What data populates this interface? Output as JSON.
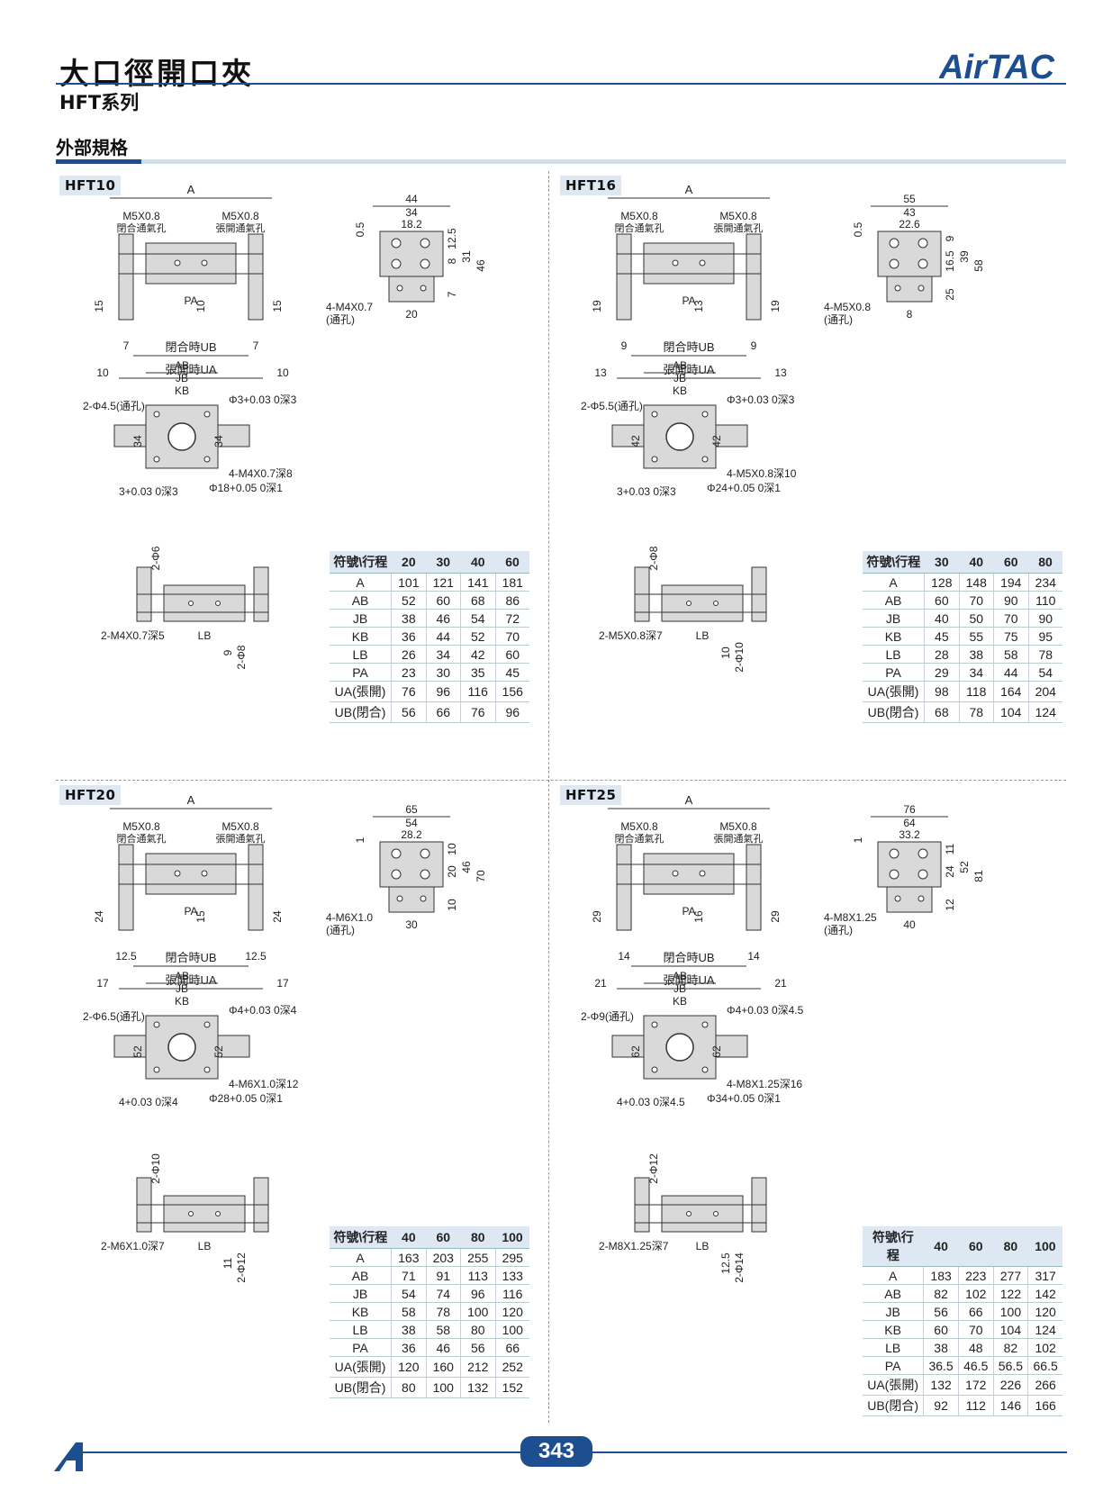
{
  "header": {
    "title": "大口徑開口夾",
    "series": "HFT系列",
    "brand": "AirTAC",
    "brand_color": "#1d4e8f"
  },
  "section": {
    "title": "外部規格"
  },
  "page_number": "343",
  "models": [
    {
      "name": "HFT10",
      "labels": {
        "top_A": "A",
        "port_close": "M5X0.8",
        "port_close_note": "閉合通氣孔",
        "port_open": "M5X0.8",
        "port_open_note": "張開通氣孔",
        "pa": "PA",
        "ub": "閉合時UB",
        "ua": "張開時UA",
        "dims_front": [
          "15",
          "10",
          "15",
          "7",
          "7",
          "10",
          "10"
        ],
        "side_dims": [
          "44",
          "34",
          "18.2",
          "0.5",
          "12.5",
          "8",
          "31",
          "46",
          "7",
          "20"
        ],
        "side_thread": "4-M4X0.7",
        "side_thread_note": "(通孔)",
        "top_AB": "AB",
        "top_JB": "JB",
        "top_KB": "KB",
        "hole_through": "2-Φ4.5(通孔)",
        "pin_hole": "Φ3+0.03 0深3",
        "thread_deep": "4-M4X0.7深8",
        "center_bore": "Φ18+0.05 0深1",
        "pin_hole_b": "3+0.03 0深3",
        "top_dims": [
          "34",
          "34",
          "1"
        ],
        "bottom_dia": "2-Φ6",
        "bottom_thread": "2-M4X0.7深5",
        "bottom_lb": "LB",
        "bottom_dia2": "2-Φ8",
        "bottom_9": "9"
      },
      "table": {
        "header": [
          "符號\\行程",
          "20",
          "30",
          "40",
          "60"
        ],
        "rows": [
          [
            "A",
            "101",
            "121",
            "141",
            "181"
          ],
          [
            "AB",
            "52",
            "60",
            "68",
            "86"
          ],
          [
            "JB",
            "38",
            "46",
            "54",
            "72"
          ],
          [
            "KB",
            "36",
            "44",
            "52",
            "70"
          ],
          [
            "LB",
            "26",
            "34",
            "42",
            "60"
          ],
          [
            "PA",
            "23",
            "30",
            "35",
            "45"
          ],
          [
            "UA(張開)",
            "76",
            "96",
            "116",
            "156"
          ],
          [
            "UB(閉合)",
            "56",
            "66",
            "76",
            "96"
          ]
        ]
      }
    },
    {
      "name": "HFT16",
      "labels": {
        "top_A": "A",
        "port_close": "M5X0.8",
        "port_close_note": "閉合通氣孔",
        "port_open": "M5X0.8",
        "port_open_note": "張開通氣孔",
        "pa": "PA",
        "ub": "閉合時UB",
        "ua": "張開時UA",
        "dims_front": [
          "19",
          "13",
          "19",
          "9",
          "9",
          "13",
          "13"
        ],
        "side_dims": [
          "55",
          "43",
          "22.6",
          "0.5",
          "9",
          "16.5",
          "39",
          "58",
          "25",
          "8",
          "25"
        ],
        "side_thread": "4-M5X0.8",
        "side_thread_note": "(通孔)",
        "top_AB": "AB",
        "top_JB": "JB",
        "top_KB": "KB",
        "hole_through": "2-Φ5.5(通孔)",
        "pin_hole": "Φ3+0.03 0深3",
        "thread_deep": "4-M5X0.8深10",
        "center_bore": "Φ24+0.05 0深1",
        "pin_hole_b": "3+0.03 0深3",
        "top_dims": [
          "42",
          "42",
          "1"
        ],
        "bottom_dia": "2-Φ8",
        "bottom_thread": "2-M5X0.8深7",
        "bottom_lb": "LB",
        "bottom_dia2": "2-Φ10",
        "bottom_9": "10"
      },
      "table": {
        "header": [
          "符號\\行程",
          "30",
          "40",
          "60",
          "80"
        ],
        "rows": [
          [
            "A",
            "128",
            "148",
            "194",
            "234"
          ],
          [
            "AB",
            "60",
            "70",
            "90",
            "110"
          ],
          [
            "JB",
            "40",
            "50",
            "70",
            "90"
          ],
          [
            "KB",
            "45",
            "55",
            "75",
            "95"
          ],
          [
            "LB",
            "28",
            "38",
            "58",
            "78"
          ],
          [
            "PA",
            "29",
            "34",
            "44",
            "54"
          ],
          [
            "UA(張開)",
            "98",
            "118",
            "164",
            "204"
          ],
          [
            "UB(閉合)",
            "68",
            "78",
            "104",
            "124"
          ]
        ]
      }
    },
    {
      "name": "HFT20",
      "labels": {
        "top_A": "A",
        "port_close": "M5X0.8",
        "port_close_note": "閉合通氣孔",
        "port_open": "M5X0.8",
        "port_open_note": "張開通氣孔",
        "pa": "PA",
        "ub": "閉合時UB",
        "ua": "張開時UA",
        "dims_front": [
          "24",
          "15",
          "24",
          "12.5",
          "12.5",
          "17",
          "17"
        ],
        "side_dims": [
          "65",
          "54",
          "28.2",
          "1",
          "10",
          "20",
          "46",
          "70",
          "10",
          "30"
        ],
        "side_thread": "4-M6X1.0",
        "side_thread_note": "(通孔)",
        "top_AB": "AB",
        "top_JB": "JB",
        "top_KB": "KB",
        "hole_through": "2-Φ6.5(通孔)",
        "pin_hole": "Φ4+0.03 0深4",
        "thread_deep": "4-M6X1.0深12",
        "center_bore": "Φ28+0.05 0深1",
        "pin_hole_b": "4+0.03 0深4",
        "top_dims": [
          "52",
          "52",
          "1"
        ],
        "bottom_dia": "2-Φ10",
        "bottom_thread": "2-M6X1.0深7",
        "bottom_lb": "LB",
        "bottom_dia2": "2-Φ12",
        "bottom_9": "11"
      },
      "table": {
        "header": [
          "符號\\行程",
          "40",
          "60",
          "80",
          "100"
        ],
        "rows": [
          [
            "A",
            "163",
            "203",
            "255",
            "295"
          ],
          [
            "AB",
            "71",
            "91",
            "113",
            "133"
          ],
          [
            "JB",
            "54",
            "74",
            "96",
            "116"
          ],
          [
            "KB",
            "58",
            "78",
            "100",
            "120"
          ],
          [
            "LB",
            "38",
            "58",
            "80",
            "100"
          ],
          [
            "PA",
            "36",
            "46",
            "56",
            "66"
          ],
          [
            "UA(張開)",
            "120",
            "160",
            "212",
            "252"
          ],
          [
            "UB(閉合)",
            "80",
            "100",
            "132",
            "152"
          ]
        ]
      }
    },
    {
      "name": "HFT25",
      "labels": {
        "top_A": "A",
        "port_close": "M5X0.8",
        "port_close_note": "閉合通氣孔",
        "port_open": "M5X0.8",
        "port_open_note": "張開通氣孔",
        "pa": "PA",
        "ub": "閉合時UB",
        "ua": "張開時UA",
        "dims_front": [
          "29",
          "16",
          "29",
          "14",
          "14",
          "21",
          "21"
        ],
        "side_dims": [
          "76",
          "64",
          "33.2",
          "1",
          "11",
          "24",
          "52",
          "81",
          "12",
          "40"
        ],
        "side_thread": "4-M8X1.25",
        "side_thread_note": "(通孔)",
        "top_AB": "AB",
        "top_JB": "JB",
        "top_KB": "KB",
        "hole_through": "2-Φ9(通孔)",
        "pin_hole": "Φ4+0.03 0深4.5",
        "thread_deep": "4-M8X1.25深16",
        "center_bore": "Φ34+0.05 0深1",
        "pin_hole_b": "4+0.03 0深4.5",
        "top_dims": [
          "62",
          "62",
          "1"
        ],
        "bottom_dia": "2-Φ12",
        "bottom_thread": "2-M8X1.25深7",
        "bottom_lb": "LB",
        "bottom_dia2": "2-Φ14",
        "bottom_9": "12.5"
      },
      "table": {
        "header": [
          "符號\\行程",
          "40",
          "60",
          "80",
          "100"
        ],
        "rows": [
          [
            "A",
            "183",
            "223",
            "277",
            "317"
          ],
          [
            "AB",
            "82",
            "102",
            "122",
            "142"
          ],
          [
            "JB",
            "56",
            "66",
            "100",
            "120"
          ],
          [
            "KB",
            "60",
            "70",
            "104",
            "124"
          ],
          [
            "LB",
            "38",
            "48",
            "82",
            "102"
          ],
          [
            "PA",
            "36.5",
            "46.5",
            "56.5",
            "66.5"
          ],
          [
            "UA(張開)",
            "132",
            "172",
            "226",
            "266"
          ],
          [
            "UB(閉合)",
            "92",
            "112",
            "146",
            "166"
          ]
        ]
      }
    }
  ]
}
